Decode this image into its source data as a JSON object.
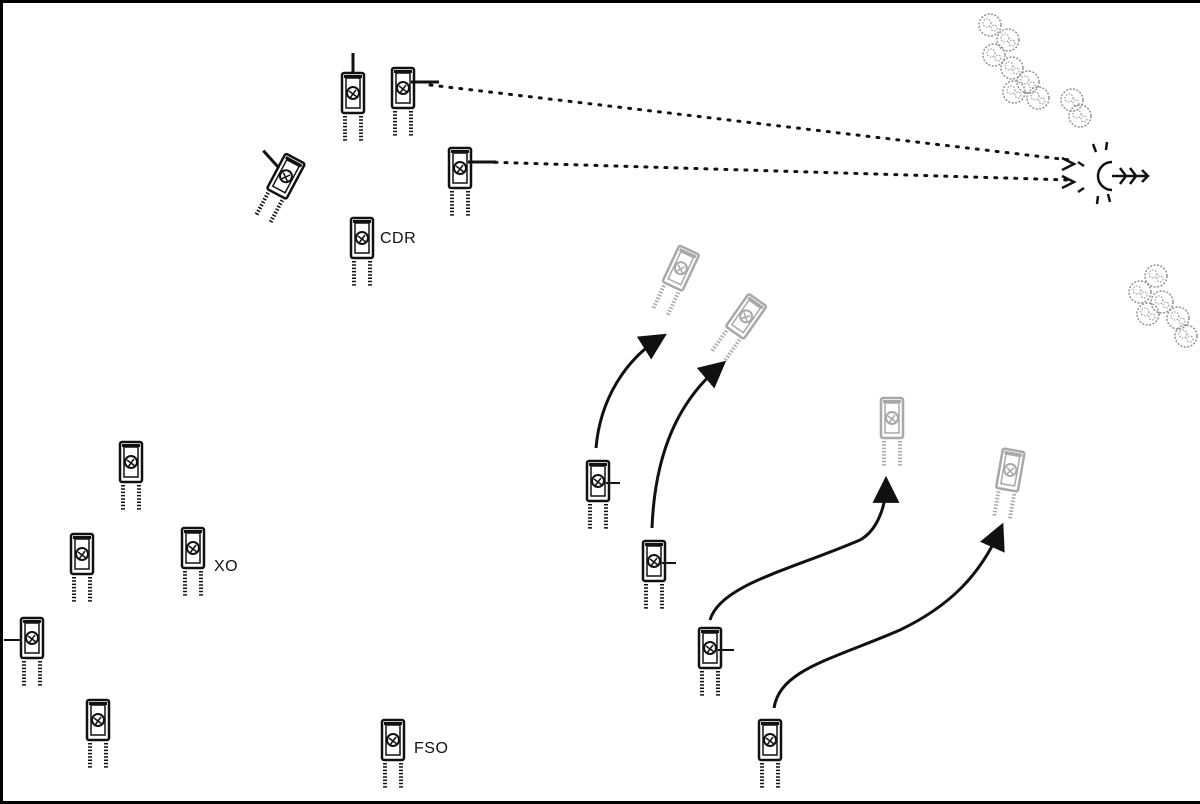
{
  "labels": {
    "commander": "CDR",
    "executive_officer": "XO",
    "fire_support_officer": "FSO"
  },
  "colors": {
    "ink": "#111111",
    "ghost": "#a8a8a8",
    "vegetation": "#8a8a8a"
  },
  "symbols": {
    "vehicle": "tank-icon",
    "planned_position": "ghost-tank-icon",
    "movement": "movement-arrow",
    "line_of_fire": "dotted-line-of-fire",
    "enemy": "enemy-position-icon",
    "terrain": "tree-cluster-icon"
  }
}
